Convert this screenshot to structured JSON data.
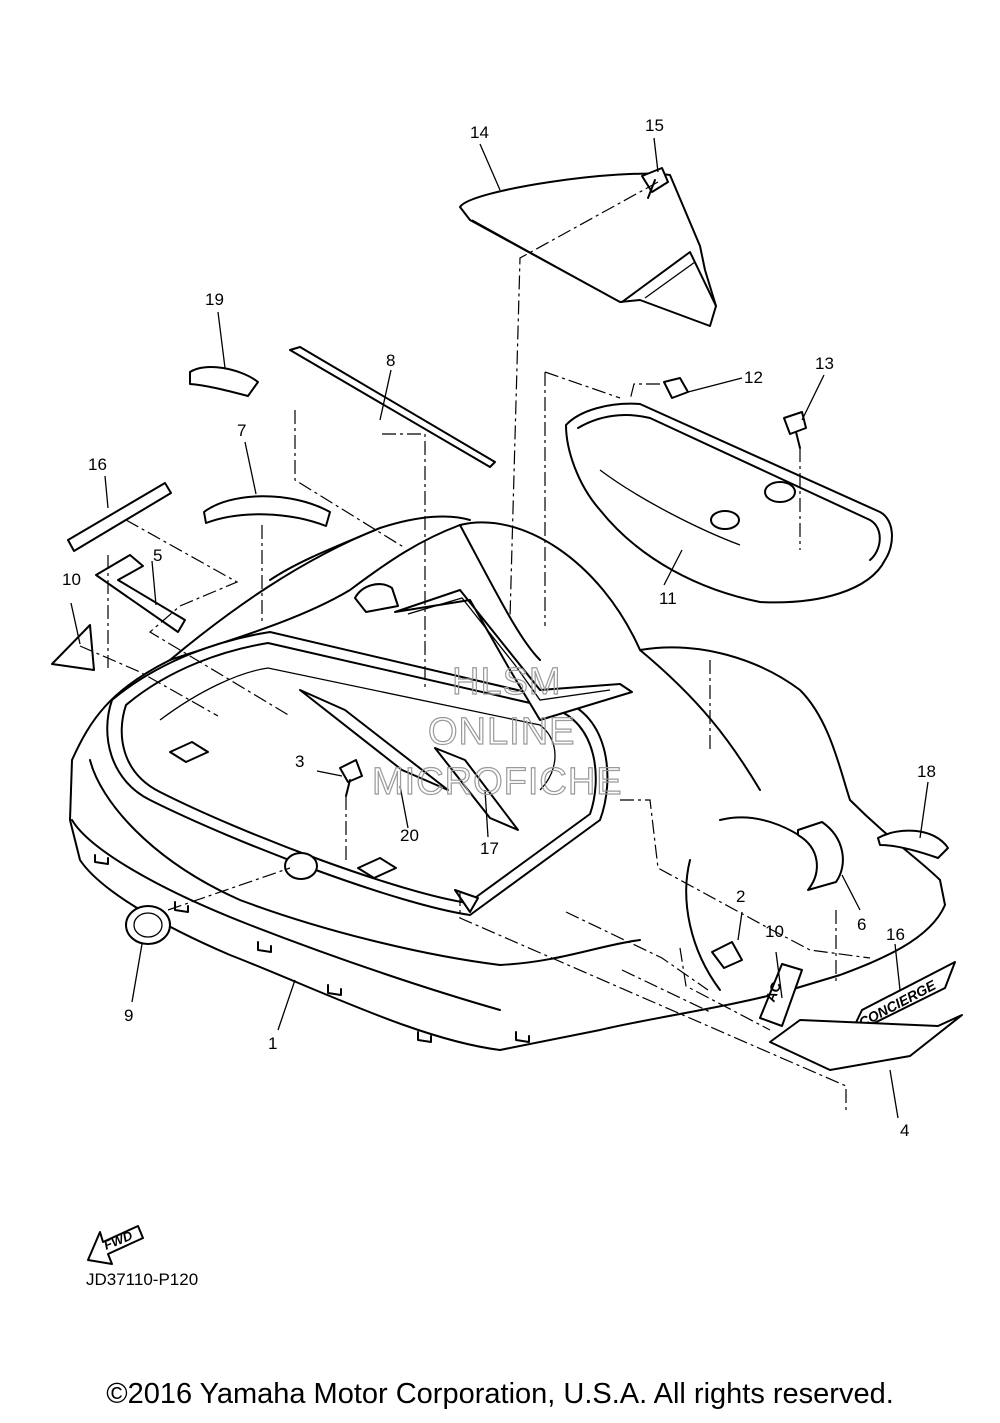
{
  "callouts": [
    "1",
    "2",
    "3",
    "4",
    "5",
    "6",
    "7",
    "8",
    "9",
    "10",
    "10",
    "11",
    "12",
    "13",
    "14",
    "15",
    "16",
    "16",
    "17",
    "18",
    "19",
    "20"
  ],
  "watermark": [
    "HLSM",
    "ONLINE",
    "MICROFICHE"
  ],
  "fwd_label": "FWD",
  "decal_text": "CONCIERGE",
  "badge_text": "AC",
  "diagram_code": "JD37110-P120",
  "copyright": "©2016 Yamaha Motor Corporation, U.S.A. All rights reserved."
}
